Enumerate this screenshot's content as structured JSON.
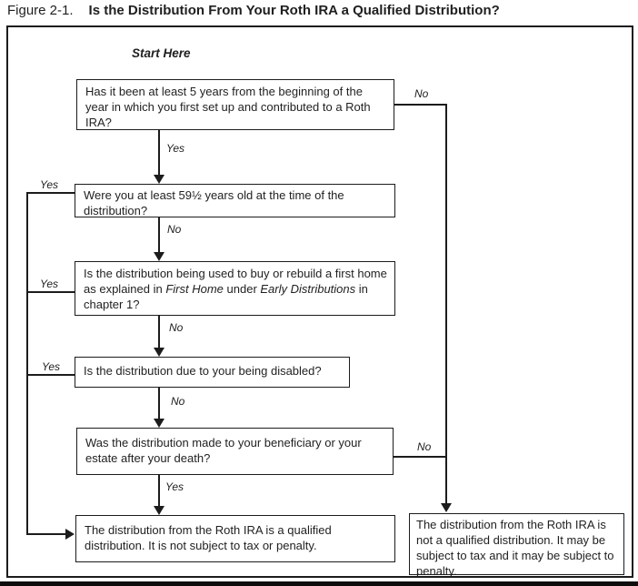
{
  "figure": {
    "label": "Figure 2-1.",
    "title": "Is the Distribution From Your Roth IRA a Qualified Distribution?"
  },
  "flowchart": {
    "start_label": "Start Here",
    "yes": "Yes",
    "no": "No",
    "q1": "Has it been at least 5 years from the beginning of the year in which you first set up and contributed to a Roth IRA?",
    "q2": "Were you at least 59½ years old at the time of the distribution?",
    "q3": {
      "p1": "Is the distribution being used to buy or rebuild a first home as explained in ",
      "i1": "First Home",
      "p2": " under ",
      "i2": "Early Distributions",
      "p3": " in chapter 1?"
    },
    "q4": "Is the distribution due to your being disabled?",
    "q5": "Was the distribution made to your beneficiary or your estate after your death?",
    "result_qualified": "The distribution from the Roth IRA is a qualified distribution. It is not subject to tax or penalty.",
    "result_not_qualified": "The distribution from the Roth IRA is not a qualified distribution. It may be subject to tax and it may be subject to penalty."
  }
}
